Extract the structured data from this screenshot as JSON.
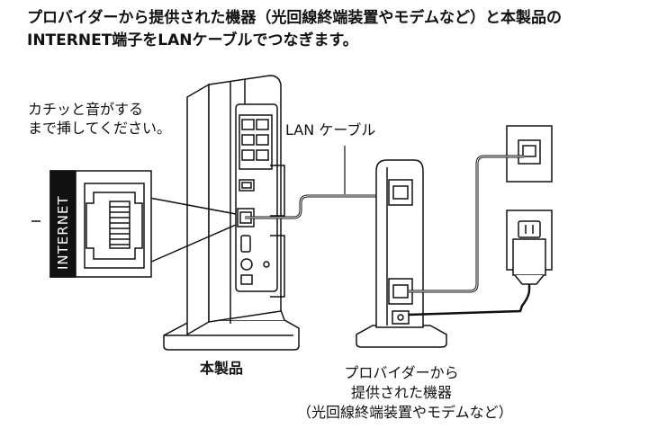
{
  "instruction": {
    "line1": "プロバイダーから提供された機器（光回線終端装置やモデムなど）と本製品の",
    "line2": "INTERNET端子をLANケーブルでつなぎます。"
  },
  "callout": {
    "line1": "カチッと音がする",
    "line2": "まで挿してください。"
  },
  "port_label": "INTERNET",
  "cable_label": "LAN ケーブル",
  "product_label": "本製品",
  "provider_label": {
    "line1": "プロバイダーから",
    "line2": "提供された機器",
    "line3": "（光回線終端装置やモデムなど）"
  }
}
